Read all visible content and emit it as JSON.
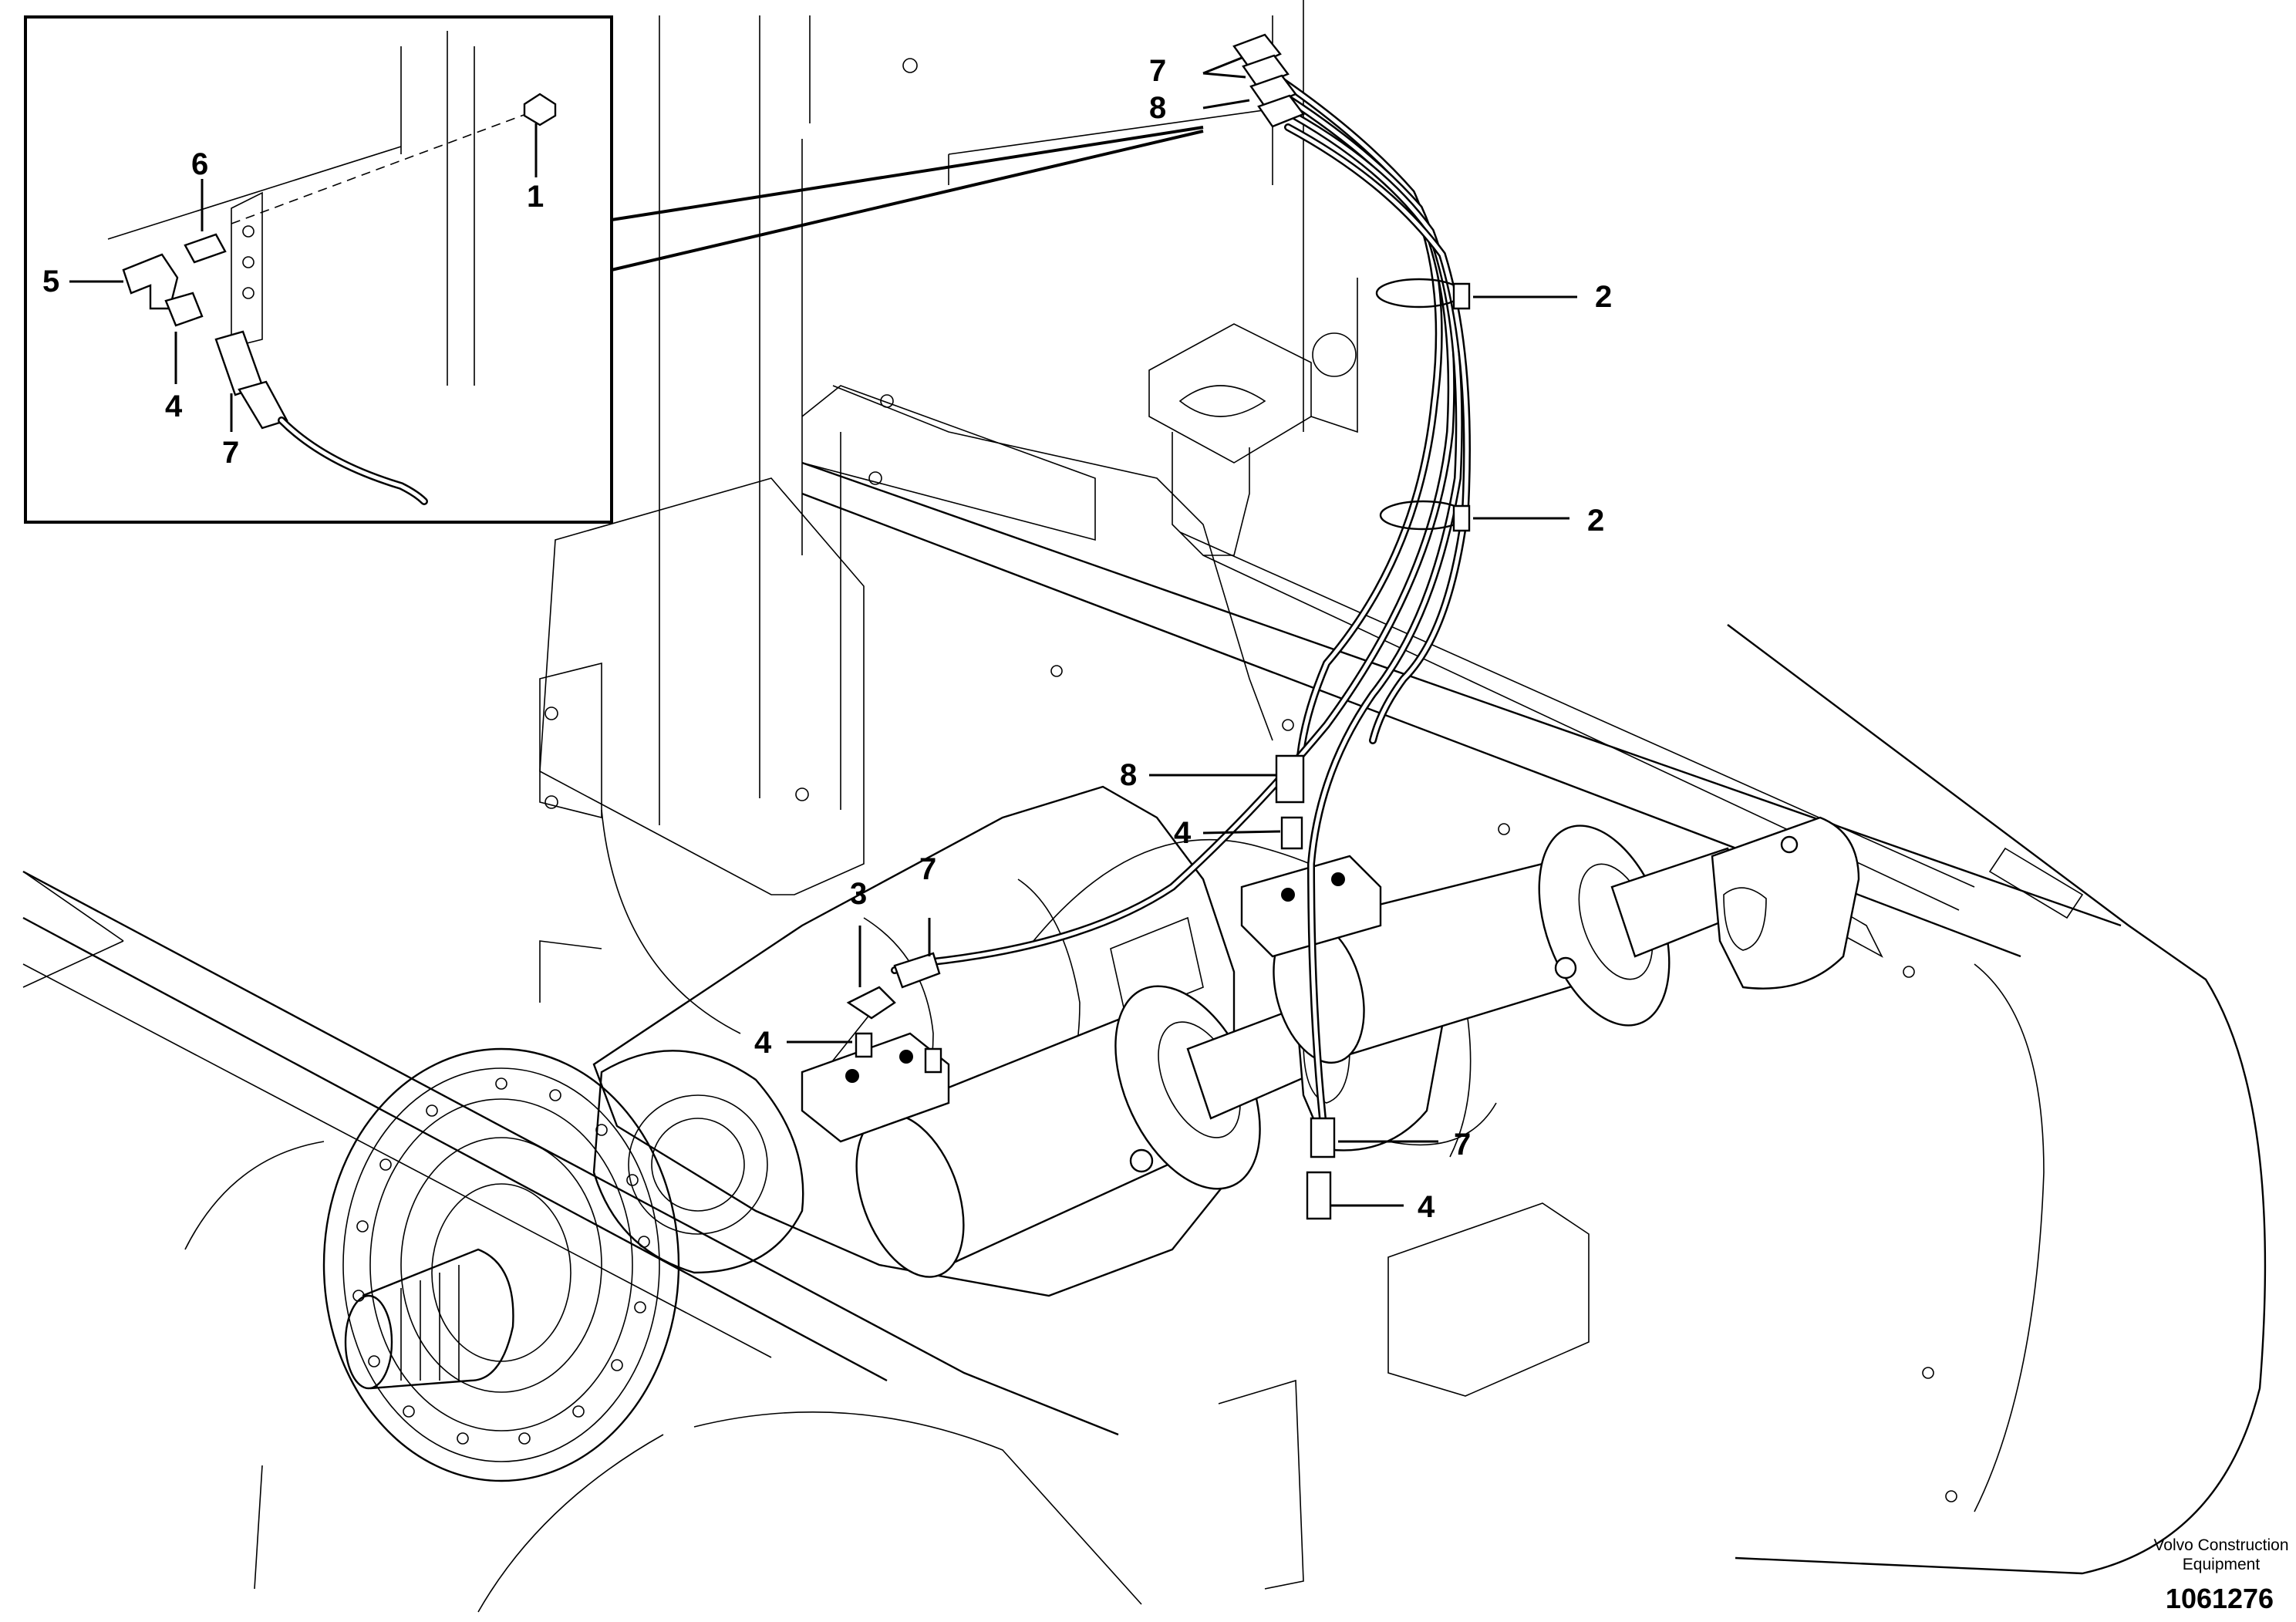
{
  "callouts": {
    "c1": "1",
    "c2a": "2",
    "c2b": "2",
    "c3": "3",
    "c4_inset": "4",
    "c4_a": "4",
    "c4_b": "4",
    "c4_c": "4",
    "c5": "5",
    "c6": "6",
    "c7_inset": "7",
    "c7_top": "7",
    "c7_mid": "7",
    "c7_low": "7",
    "c8_top": "8",
    "c8_mid": "8"
  },
  "footer": {
    "company_line1": "Volvo Construction",
    "company_line2": "Equipment",
    "drawing_number": "1061276"
  }
}
